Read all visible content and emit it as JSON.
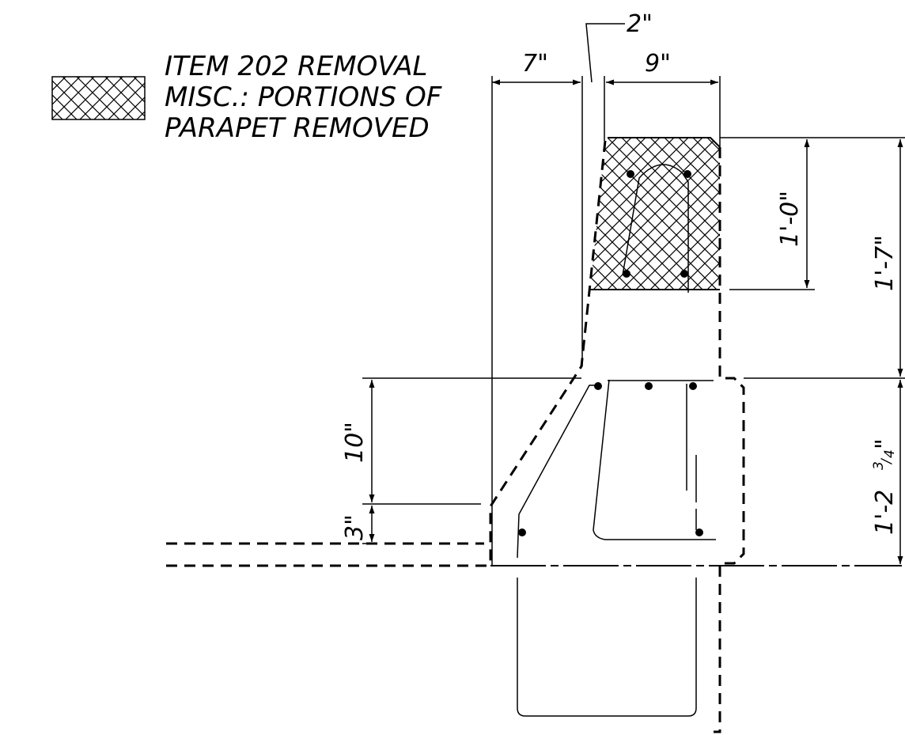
{
  "legend": {
    "line1": "ITEM 202 REMOVAL",
    "line2": "MISC.: PORTIONS OF",
    "line3": "PARAPET REMOVED"
  },
  "dimensions": {
    "top_left_width": "7\"",
    "top_gap": "2\"",
    "top_right_width": "9\"",
    "removed_height": "1'-0\"",
    "upper_total_height": "1'-7\"",
    "lower_height": "1'-2",
    "lower_height_fraction_num": "3",
    "lower_height_fraction_den": "4",
    "lower_height_inch_mark": "\"",
    "slope_height": "10\"",
    "base_step": "3\""
  },
  "colors": {
    "ink": "#000000",
    "background": "#ffffff"
  }
}
